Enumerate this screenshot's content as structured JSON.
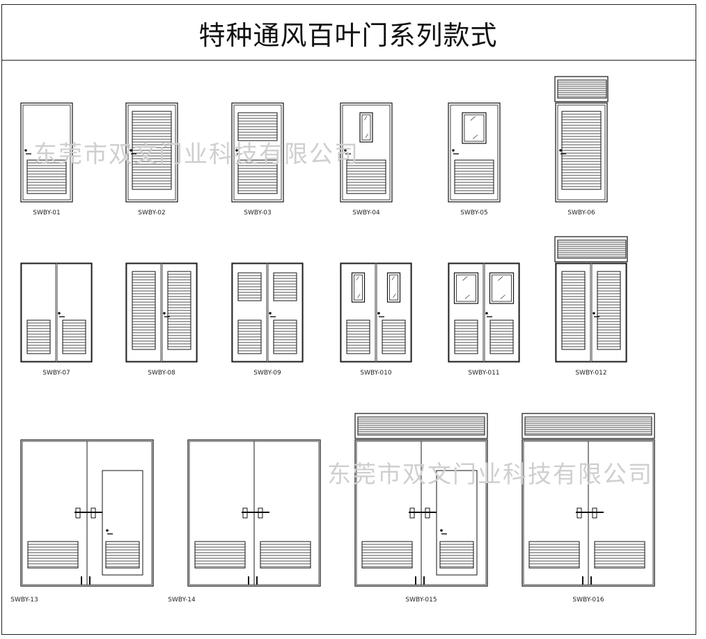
{
  "title": "特种通风百叶门系列款式",
  "watermark": "东莞市双文门业科技有限公司",
  "colors": {
    "line": "#111111",
    "watermark": "#e6cfcf"
  },
  "doors": [
    {
      "code": "SWBY-01",
      "leaves": 1,
      "upper": "plain",
      "lower": "louver",
      "transom": false
    },
    {
      "code": "SWBY-02",
      "leaves": 1,
      "upper": "louver-full",
      "lower": "",
      "transom": false
    },
    {
      "code": "SWBY-03",
      "leaves": 1,
      "upper": "louver",
      "lower": "louver",
      "transom": false
    },
    {
      "code": "SWBY-04",
      "leaves": 1,
      "upper": "narrow-window",
      "lower": "louver",
      "transom": false
    },
    {
      "code": "SWBY-05",
      "leaves": 1,
      "upper": "wide-window",
      "lower": "louver",
      "transom": false
    },
    {
      "code": "SWBY-06",
      "leaves": 1,
      "upper": "louver-full",
      "lower": "",
      "transom": true
    },
    {
      "code": "SWBY-07",
      "leaves": 2,
      "upper": "plain",
      "lower": "louver",
      "transom": false
    },
    {
      "code": "SWBY-08",
      "leaves": 2,
      "upper": "louver-full",
      "lower": "",
      "transom": false
    },
    {
      "code": "SWBY-09",
      "leaves": 2,
      "upper": "louver",
      "lower": "louver",
      "transom": false
    },
    {
      "code": "SWBY-010",
      "leaves": 2,
      "upper": "narrow-window",
      "lower": "louver",
      "transom": false
    },
    {
      "code": "SWBY-011",
      "leaves": 2,
      "upper": "wide-window",
      "lower": "louver",
      "transom": false
    },
    {
      "code": "SWBY-012",
      "leaves": 2,
      "upper": "louver-full",
      "lower": "",
      "transom": true
    },
    {
      "code": "SWBY-13",
      "leaves": 2,
      "upper": "wicket",
      "lower": "louver",
      "transom": false
    },
    {
      "code": "SWBY-14",
      "leaves": 2,
      "upper": "plain",
      "lower": "louver",
      "transom": false
    },
    {
      "code": "SWBY-015",
      "leaves": 2,
      "upper": "wicket",
      "lower": "louver",
      "transom": true
    },
    {
      "code": "SWBY-016",
      "leaves": 2,
      "upper": "plain",
      "lower": "louver",
      "transom": true
    }
  ]
}
